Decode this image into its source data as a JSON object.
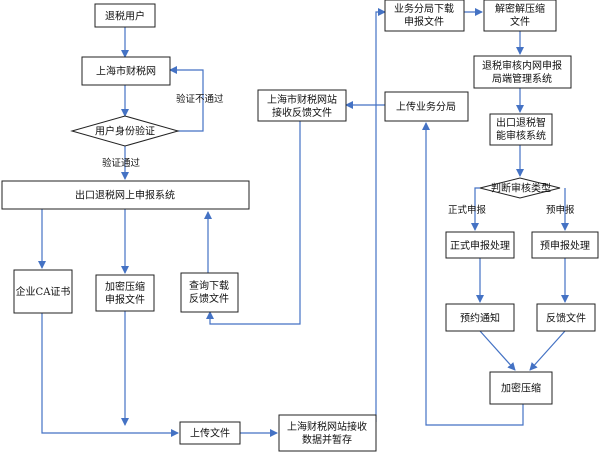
{
  "colors": {
    "arrow": "#4472C4",
    "border": "#222222",
    "text": "#111111"
  },
  "nodes": {
    "tax_user": "退税用户",
    "sh_tax_net": "上海市财税网",
    "identity_check": "用户身份验证",
    "export_system": "出口退税网上申报系统",
    "ca_cert": "企业CA证书",
    "encrypt_file_1": "加密压缩",
    "encrypt_file_2": "申报文件",
    "query_download_1": "查询下载",
    "query_download_2": "反馈文件",
    "upload_file": "上传文件",
    "receive_store_1": "上海财税网站接收",
    "receive_store_2": "数据并暂存",
    "receive_feedback_1": "上海市财税网站",
    "receive_feedback_2": "接收反馈文件",
    "upload_branch": "上传业务分局",
    "branch_download_1": "业务分局下载",
    "branch_download_2": "申报文件",
    "decrypt_1": "解密解压缩",
    "decrypt_2": "文件",
    "audit_system_1": "退税审核内网申报",
    "audit_system_2": "局端管理系统",
    "smart_audit_1": "出口退税智",
    "smart_audit_2": "能审核系统",
    "judge_type": "判断审核类型",
    "formal_process": "正式申报处理",
    "pre_process": "预申报处理",
    "appointment_notice": "预约通知",
    "feedback_file": "反馈文件",
    "encrypt_compress": "加密压缩"
  },
  "labels": {
    "verify_fail": "验证不通过",
    "verify_pass": "验证通过",
    "formal_declare": "正式申报",
    "pre_declare": "预申报"
  }
}
